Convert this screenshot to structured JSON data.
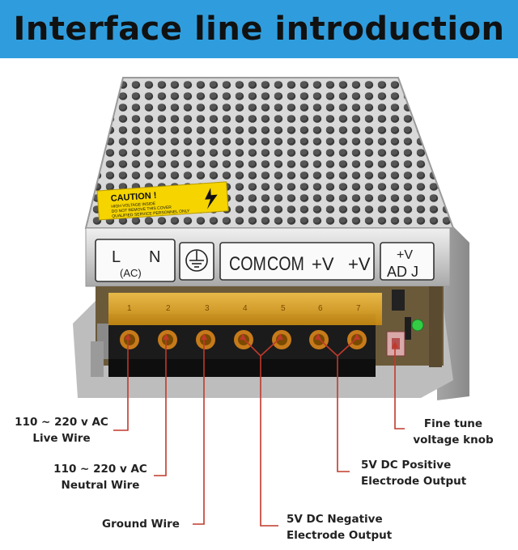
{
  "banner": {
    "title": "Interface line introduction",
    "background": "#2f9ddd"
  },
  "device": {
    "caution_title": "CAUTION !",
    "caution_lines": [
      "HIGH VOLTAGE INSIDE",
      "DO NOT REMOVE THIS COVER",
      "QUALIFIED SERVICE PERSONNEL ONLY"
    ],
    "terminal_label_l": "L",
    "terminal_label_n": "N",
    "terminal_label_ac": "(AC)",
    "terminal_label_com1": "COM",
    "terminal_label_com2": "COM",
    "terminal_label_v1": "+V",
    "terminal_label_v2": "+V",
    "terminal_label_adj_top": "+V",
    "terminal_label_adj_bottom": "AD J",
    "terminal_numbers": [
      "1",
      "2",
      "3",
      "4",
      "5",
      "6",
      "7"
    ],
    "colors": {
      "leader_line": "#c0392b",
      "terminal_cover": "#e0a020",
      "caution_label": "#f5d400",
      "led": "#33cc44"
    }
  },
  "callouts": {
    "live_wire": {
      "line1": "110 ~ 220 v AC",
      "line2": "Live Wire"
    },
    "neutral_wire": {
      "line1": "110 ~ 220 v AC",
      "line2": "Neutral Wire"
    },
    "ground_wire": {
      "line1": "Ground Wire"
    },
    "negative_output": {
      "line1": "5V DC Negative",
      "line2": "Electrode Output"
    },
    "positive_output": {
      "line1": "5V DC Positive",
      "line2": "Electrode Output"
    },
    "fine_tune": {
      "line1": "Fine tune",
      "line2": "voltage knob"
    }
  }
}
